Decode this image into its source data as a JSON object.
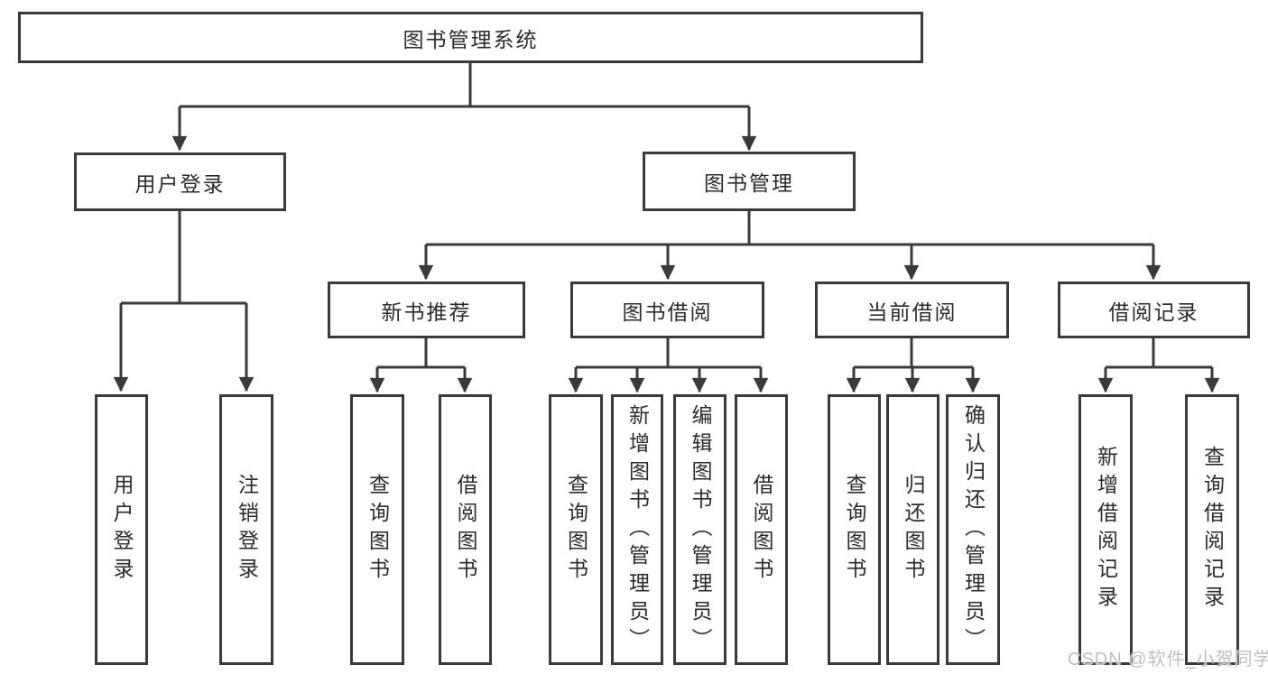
{
  "diagram": {
    "tree": {
      "label": "图书管理系统",
      "children": [
        {
          "label": "用户登录",
          "children": [
            {
              "label": "用户登录"
            },
            {
              "label": "注销登录"
            }
          ]
        },
        {
          "label": "图书管理",
          "children": [
            {
              "label": "新书推荐",
              "children": [
                {
                  "label": "查询图书"
                },
                {
                  "label": "借阅图书"
                }
              ]
            },
            {
              "label": "图书借阅",
              "children": [
                {
                  "label": "查询图书"
                },
                {
                  "label": "新增图书（管理员）"
                },
                {
                  "label": "编辑图书（管理员）"
                },
                {
                  "label": "借阅图书"
                }
              ]
            },
            {
              "label": "当前借阅",
              "children": [
                {
                  "label": "查询图书"
                },
                {
                  "label": "归还图书"
                },
                {
                  "label": "确认归还（管理员）"
                }
              ]
            },
            {
              "label": "借阅记录",
              "children": [
                {
                  "label": "新增借阅记录"
                },
                {
                  "label": "查询借阅记录"
                }
              ]
            }
          ]
        }
      ]
    },
    "colors": {
      "line": "#3a3a3a",
      "text": "#2b2b2b",
      "background": "#ffffff",
      "watermark": "#bfbfbf"
    }
  },
  "watermark": "CSDN @软件_小贺同学"
}
